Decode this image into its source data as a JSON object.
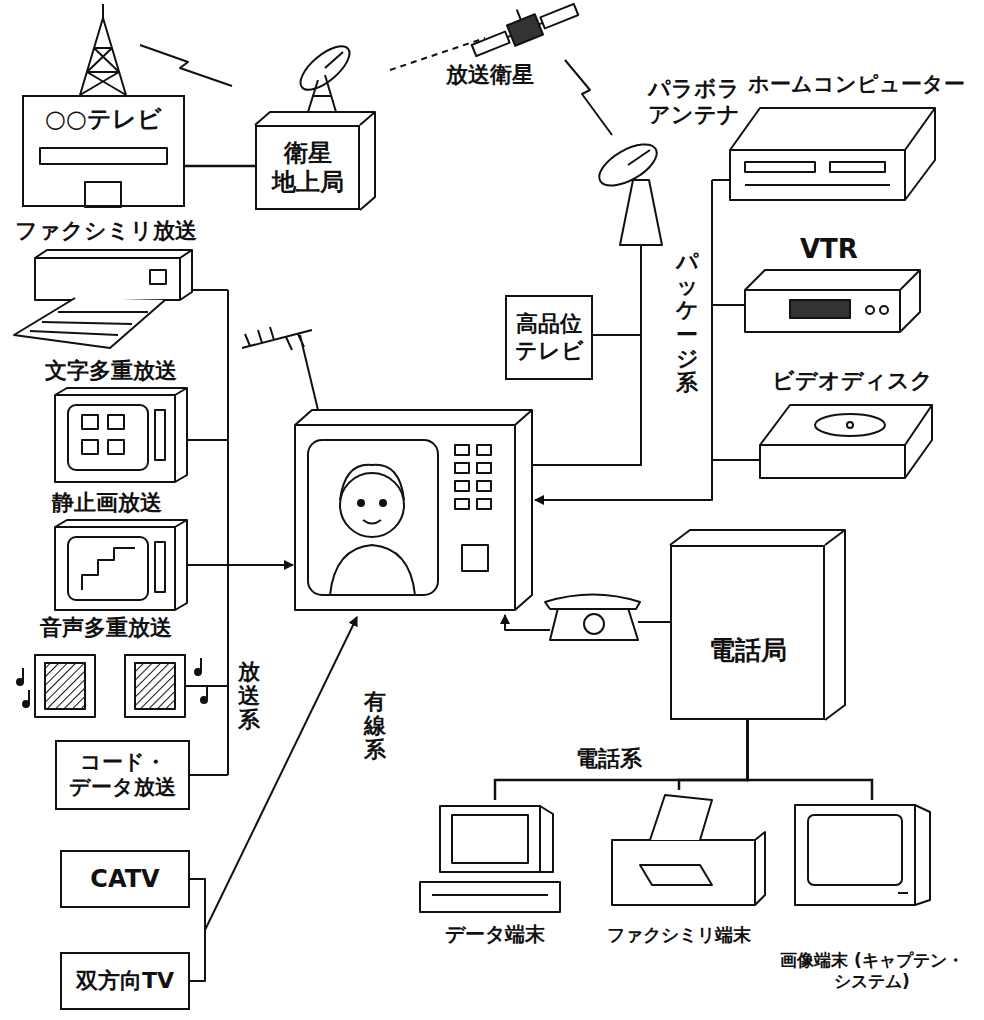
{
  "diagram": {
    "nodes": [
      {
        "text": [
          "○○テレビ"
        ]
      },
      {
        "text": [
          "衛星 地上局"
        ]
      },
      {
        "text": [
          "高品位 テレビ"
        ]
      },
      {
        "text": [
          "コード・ データ放送"
        ]
      },
      {
        "text": [
          "電話局"
        ]
      },
      {
        "text": [
          "CATV"
        ]
      },
      {
        "text": [
          "データ端末"
        ]
      },
      {
        "text": [
          "ファクシミリ端末"
        ]
      },
      {
        "text": [
          "画像端末 (キャプテン・システム)"
        ]
      },
      {
        "text": [
          "双方向TV"
        ]
      }
    ],
    "edges": [
      {
        "from": 0,
        "to": 1,
        "arrow": "none"
      },
      {
        "from": 4,
        "to": 6,
        "arrow": "none"
      },
      {
        "from": 4,
        "to": 7,
        "arrow": "none"
      },
      {
        "from": 4,
        "to": 8,
        "arrow": "none"
      }
    ],
    "labels": [
      "放送衛星",
      "パラボラ アンテナ",
      "ホームコンピューター",
      "VTR",
      "ビデオディスク",
      "ファクシミリ放送",
      "文字多重放送",
      "静止画放送",
      "音声多重放送",
      "放送系",
      "パッケージ系",
      "有線系",
      "電話系"
    ]
  }
}
